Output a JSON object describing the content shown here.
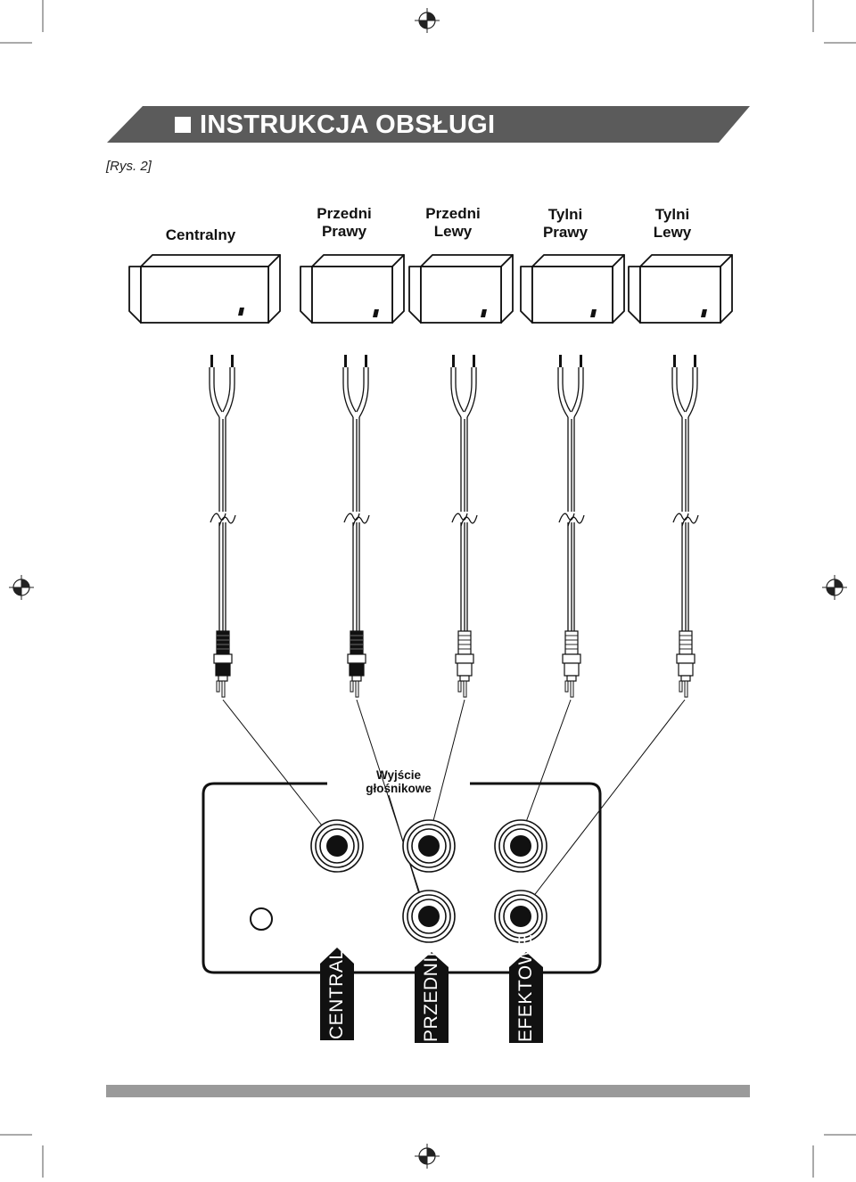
{
  "header": {
    "title": "INSTRUKCJA OBSŁUGI"
  },
  "figure_ref": "[Rys. 2]",
  "speakers": [
    {
      "line1": "Centralny",
      "line2": ""
    },
    {
      "line1": "Przedni",
      "line2": "Prawy"
    },
    {
      "line1": "Przedni",
      "line2": "Lewy"
    },
    {
      "line1": "Tylni",
      "line2": "Prawy"
    },
    {
      "line1": "Tylni",
      "line2": "Lewy"
    }
  ],
  "output": {
    "line1": "Wyjście",
    "line2": "głośnikowe"
  },
  "groups": [
    "CENTRALNY",
    "PRZEDNIE",
    "EFEKTOWE"
  ],
  "colors": {
    "ink": "#111111",
    "header_band": "#5b5b5b",
    "footer_band": "#9a9a9a",
    "paper": "#ffffff"
  }
}
